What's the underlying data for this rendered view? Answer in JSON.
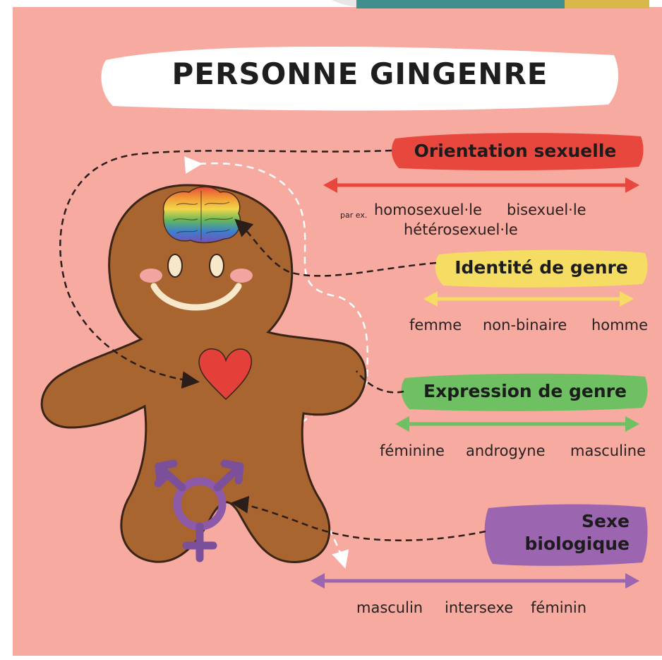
{
  "title": "PERSONNE GINGENRE",
  "colors": {
    "background": "#f7aaa0",
    "cookie": "#a8652f",
    "orientation": "#e8473d",
    "identity": "#f5dc63",
    "expression": "#6fbf63",
    "sex": "#9b65b0",
    "heart": "#e3403a"
  },
  "sections": [
    {
      "label": "Orientation sexuelle",
      "prefix": "par ex.",
      "examples": [
        "homosexuel·le",
        "bisexuel·le",
        "hétérosexuel·le"
      ]
    },
    {
      "label": "Identité de genre",
      "examples": [
        "femme",
        "non-binaire",
        "homme"
      ]
    },
    {
      "label": "Expression de genre",
      "examples": [
        "féminine",
        "androgyne",
        "masculine"
      ]
    },
    {
      "label_line1": "Sexe",
      "label_line2": "biologique",
      "examples": [
        "masculin",
        "intersexe",
        "féminin"
      ]
    }
  ],
  "icons": [
    "brain-icon",
    "heart-icon",
    "transgender-symbol-icon"
  ]
}
